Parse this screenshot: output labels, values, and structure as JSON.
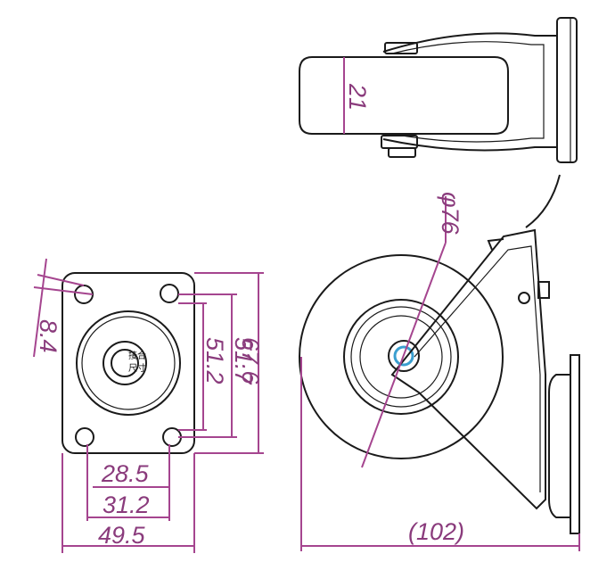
{
  "dimensions": {
    "plate_width": "49.5",
    "hole_spacing_x_outer": "31.2",
    "hole_spacing_x_inner": "28.5",
    "plate_height": "67.6",
    "hole_spacing_y_outer": "51.7",
    "hole_spacing_y_inner": "51.2",
    "hole_diameter": "8.4",
    "wheel_width": "21",
    "wheel_diameter": "φ76",
    "overall_length": "(102)"
  },
  "plate_label": {
    "line1": "接合",
    "line2": "尺寸"
  },
  "colors": {
    "dimension": "#a5458f",
    "outline": "#1a1a1a",
    "bolt_accent": "#3a9fd0"
  }
}
